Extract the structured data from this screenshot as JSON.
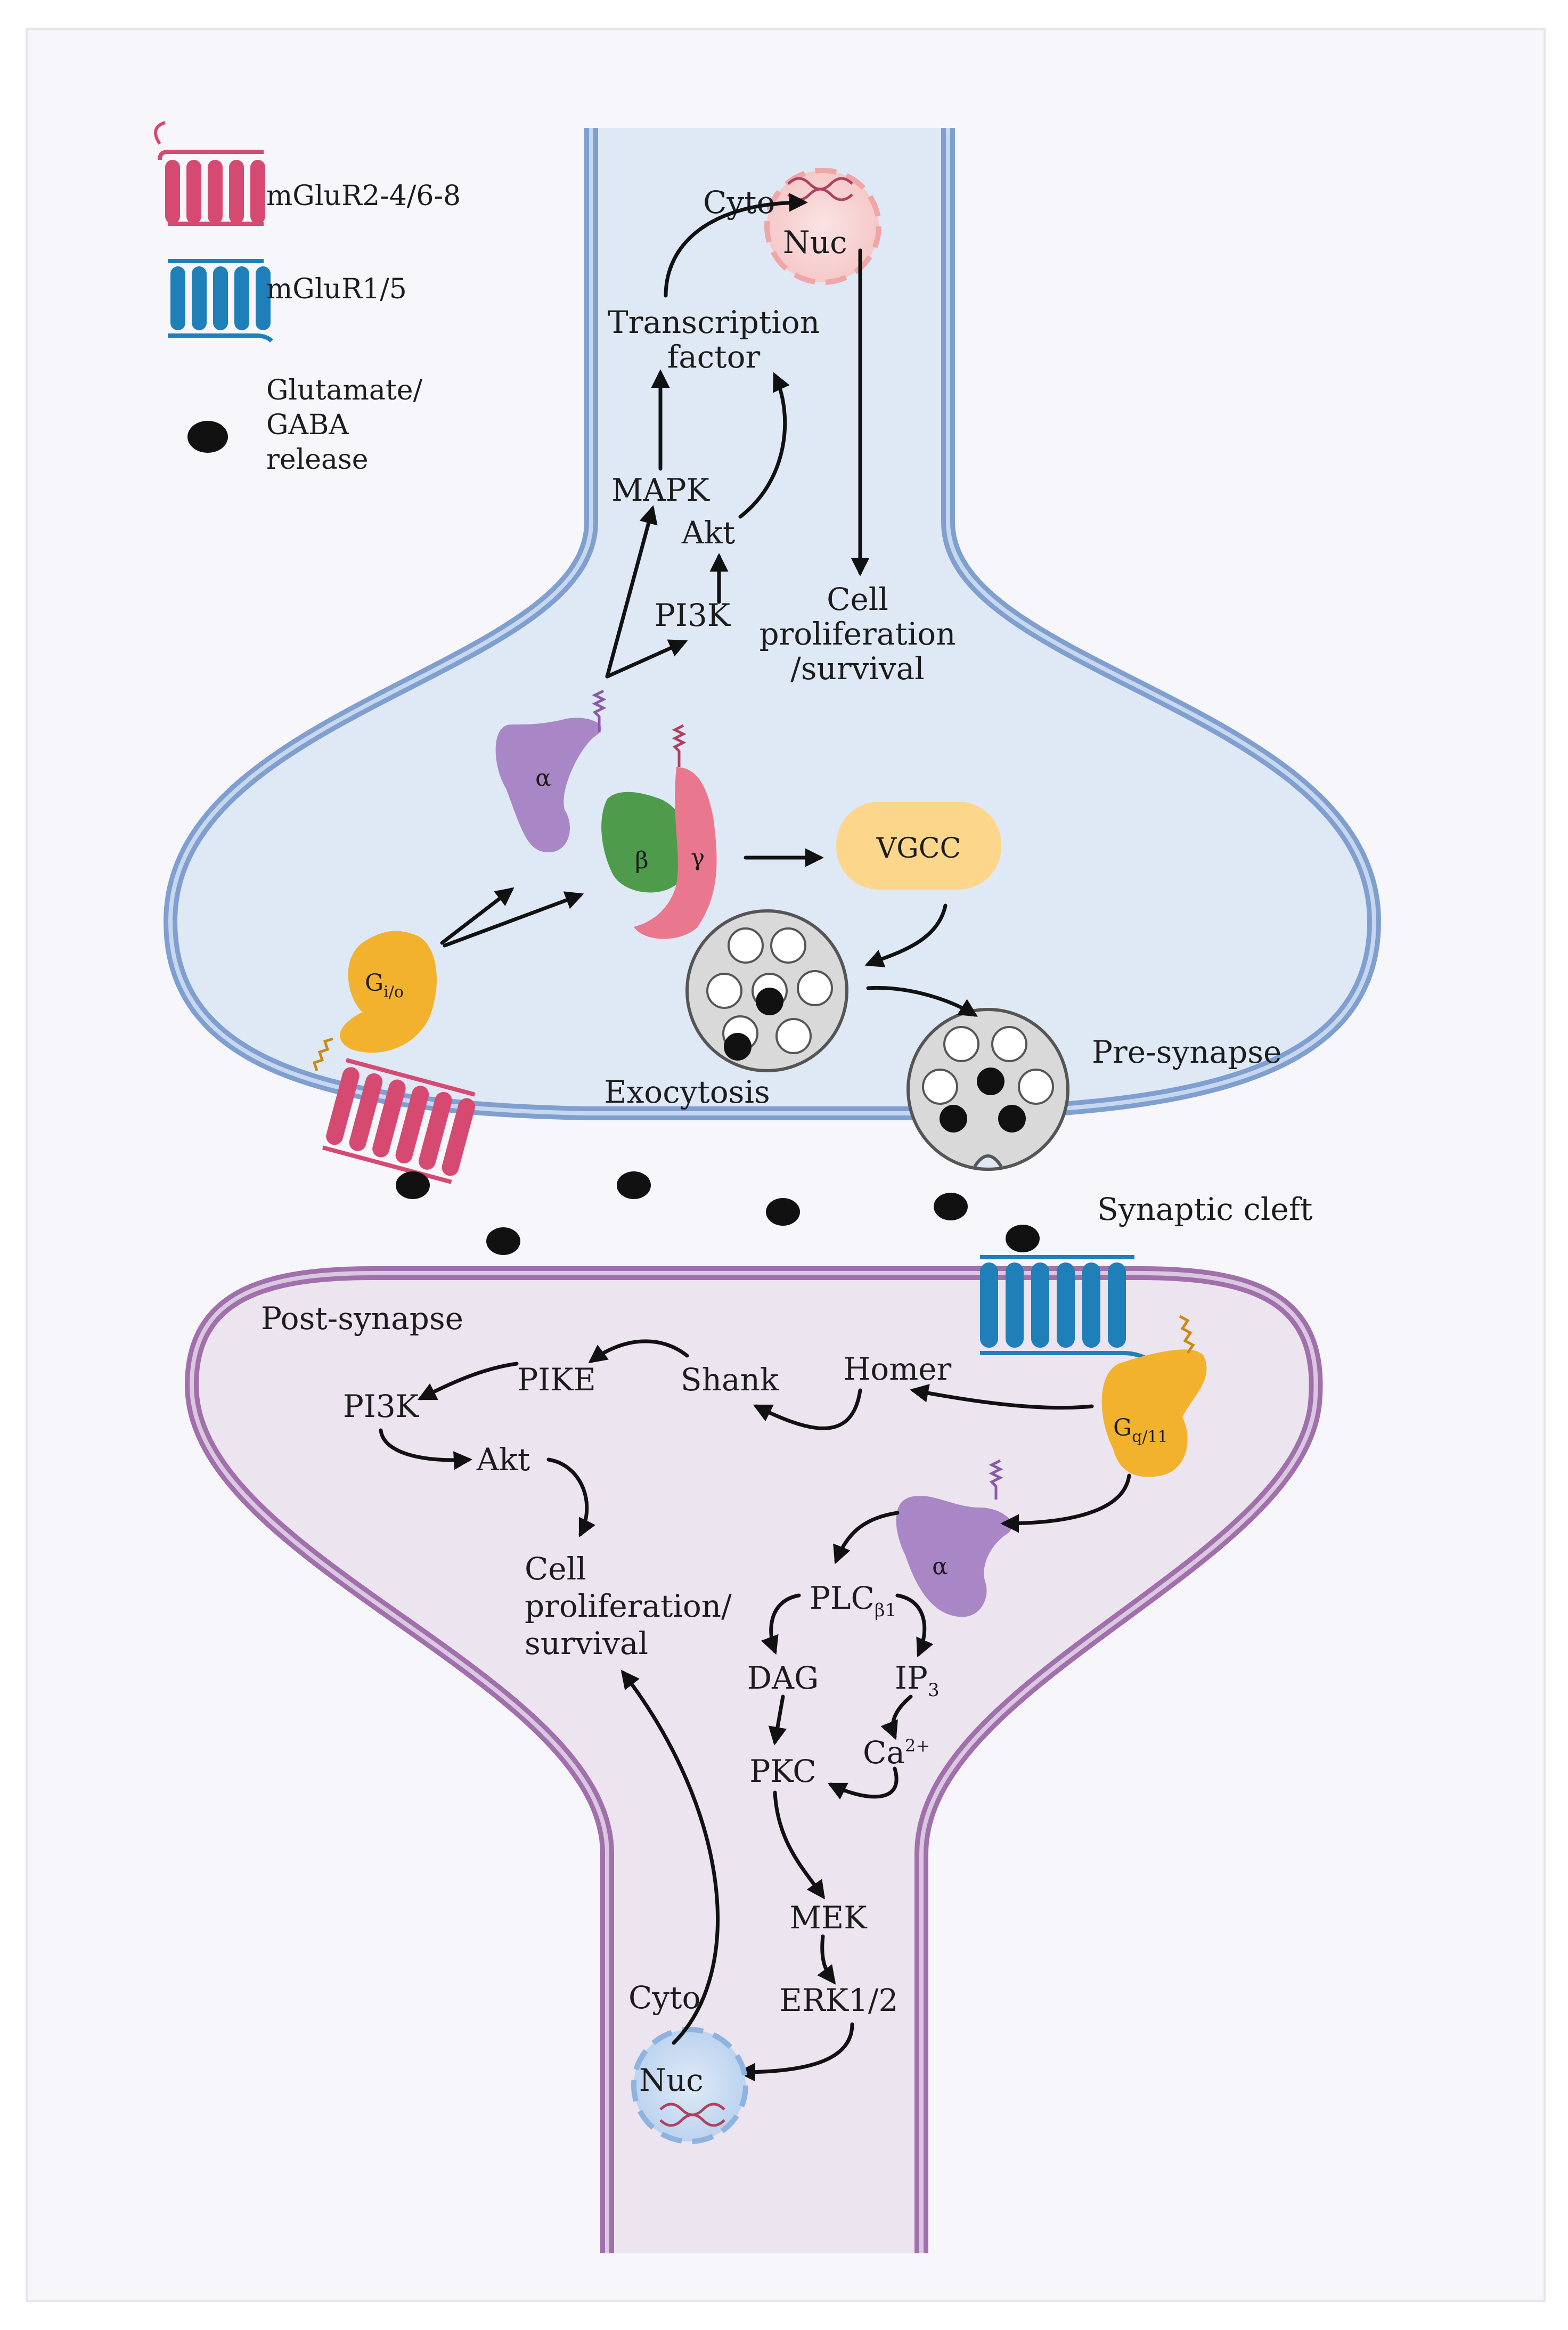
{
  "legend": {
    "receptor_group2_label": "mGluR2-4/6-8",
    "receptor_group1_label": "mGluR1/5",
    "release_label_line1": "Glutamate/",
    "release_label_line2": "GABA",
    "release_label_line3": "release"
  },
  "colors": {
    "pre_cytoplasm": "#dfe9f6",
    "pre_membrane": "#7f9fd0",
    "post_cytoplasm": "#ece4ef",
    "post_membrane": "#a16fac",
    "receptor_group2": "#d64a72",
    "receptor_group1": "#1f7fb8",
    "g_protein": "#f3b22e",
    "alpha_subunit": "#a987c6",
    "beta_subunit": "#4f9b4c",
    "gamma_subunit": "#e9788f",
    "vgcc": "#fcd78b",
    "vesicle": "#d9d9d9",
    "glutamate": "#111111"
  },
  "regions": {
    "pre_synapse": "Pre-synapse",
    "synaptic_cleft": "Synaptic cleft",
    "post_synapse": "Post-synapse",
    "exocytosis": "Exocytosis"
  },
  "pre": {
    "cyto": "Cyto",
    "nuc": "Nuc",
    "transcription_line1": "Transcription",
    "transcription_line2": "factor",
    "mapk": "MAPK",
    "akt": "Akt",
    "pi3k": "PI3K",
    "cell_line1": "Cell",
    "cell_line2": "proliferation",
    "cell_line3": "/survival",
    "alpha": "α",
    "beta": "β",
    "gamma": "γ",
    "vgcc": "VGCC",
    "g_io_main": "G",
    "g_io_sub": "i/o"
  },
  "post": {
    "pike": "PIKE",
    "shank": "Shank",
    "homer": "Homer",
    "pi3k": "PI3K",
    "akt": "Akt",
    "cell_line1": "Cell",
    "cell_line2": "proliferation/",
    "cell_line3": "survival",
    "alpha": "α",
    "g_q11_main": "G",
    "g_q11_sub": "q/11",
    "plc_main": "PLC",
    "plc_sub": "β1",
    "dag": "DAG",
    "ip3_main": "IP",
    "ip3_sub": "3",
    "ca_main": "Ca",
    "ca_sup": "2+",
    "pkc": "PKC",
    "mek": "MEK",
    "erk": "ERK1/2",
    "cyto": "Cyto",
    "nuc": "Nuc"
  }
}
